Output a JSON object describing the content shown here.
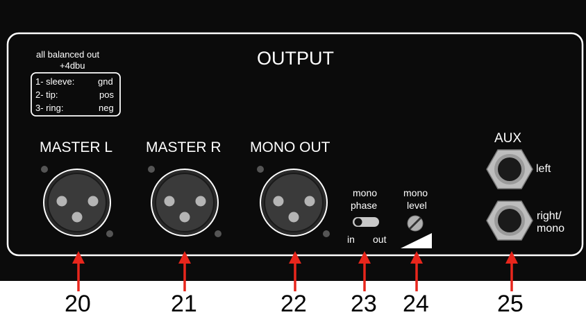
{
  "panel": {
    "title": "OUTPUT",
    "spec": {
      "line1": "all balanced out",
      "line2": "+4dbu",
      "pins": [
        {
          "left": "1- sleeve:",
          "right": "gnd"
        },
        {
          "left": "2- tip:",
          "right": "pos"
        },
        {
          "left": "3- ring:",
          "right": "neg"
        }
      ]
    },
    "connectors": {
      "master_l": "MASTER L",
      "master_r": "MASTER R",
      "mono_out": "MONO OUT",
      "mono_phase_1": "mono",
      "mono_phase_2": "phase",
      "switch_in": "in",
      "switch_out": "out",
      "mono_level_1": "mono",
      "mono_level_2": "level",
      "aux": "AUX",
      "aux_left": "left",
      "aux_right_1": "right/",
      "aux_right_2": "mono"
    }
  },
  "callouts": [
    "20",
    "21",
    "22",
    "23",
    "24",
    "25"
  ],
  "colors": {
    "panel": "#0b0b0b",
    "outline": "#ffffff",
    "arrow": "#e8261c",
    "pin": "#b5b5b5"
  }
}
